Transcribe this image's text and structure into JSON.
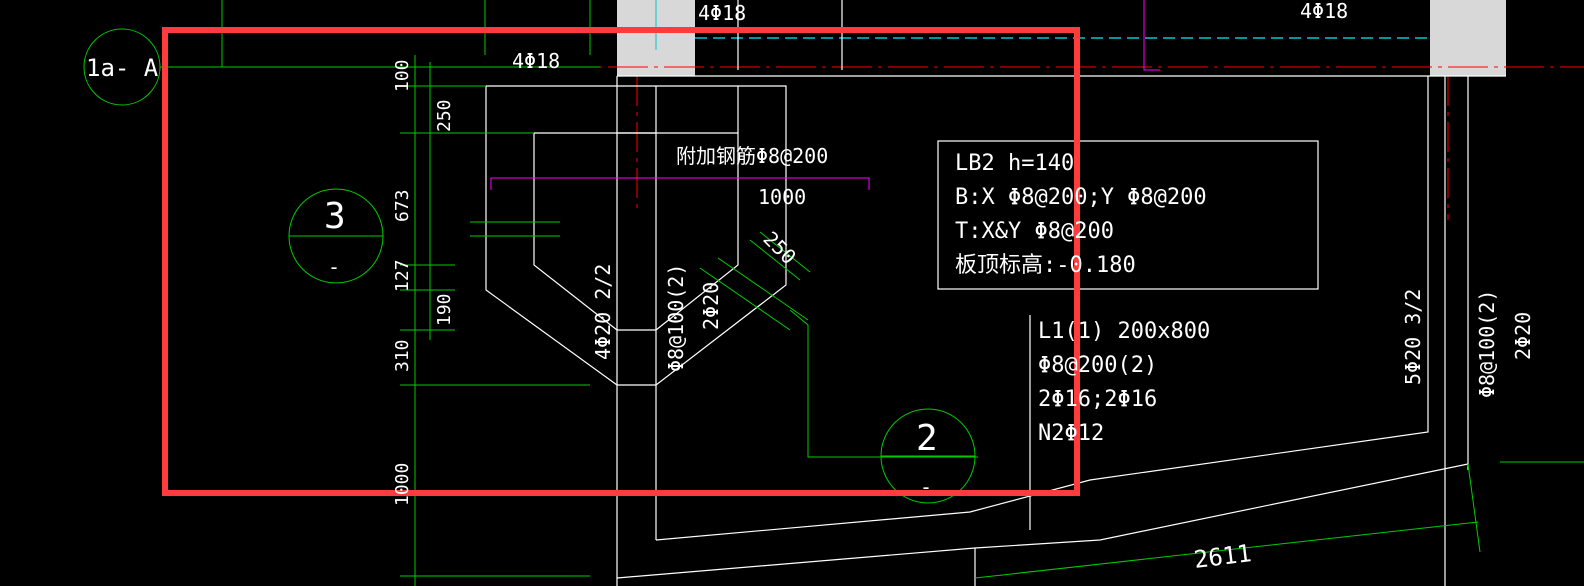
{
  "colors": {
    "background": "#000000",
    "line": "#ffffff",
    "dimension": "#00cc00",
    "axis": "#ff0000",
    "highlight_box": "#ff3b3b",
    "magenta": "#ff00ff",
    "cyan": "#00c8c8",
    "column_fill": "#d8d8d8"
  },
  "axis_tag": "1a- A",
  "top_labels": {
    "rebar_left": "4Φ18",
    "rebar_right": "4Φ18",
    "rebar_axis": "4Φ18"
  },
  "dimensions": [
    "100",
    "250",
    "673",
    "127",
    "190",
    "310",
    "1000"
  ],
  "section_markers": [
    {
      "number": "3",
      "sub": "-"
    },
    {
      "number": "2",
      "sub": "-"
    }
  ],
  "notes": {
    "additional_rebar": "附加钢筋Φ8@200",
    "width_1000": "1000",
    "dim_250": "250",
    "col_1": "4Φ20 2/2",
    "col_2": "Φ8@100(2)",
    "col_3": "2Φ20",
    "right_1": "5Φ20 3/2",
    "right_2": "Φ8@100(2)",
    "right_3": "2Φ20",
    "bottom_dim": "2611"
  },
  "slab": {
    "title": "LB2 h=140",
    "bottom": "B:X Φ8@200;Y Φ8@200",
    "top": "T:X&Y Φ8@200",
    "elevation": "板顶标高:-0.180"
  },
  "beam": {
    "name": "L1(1) 200x800",
    "stirrup": "Φ8@200(2)",
    "main": "2Φ16;2Φ16",
    "side": "N2Φ12"
  }
}
